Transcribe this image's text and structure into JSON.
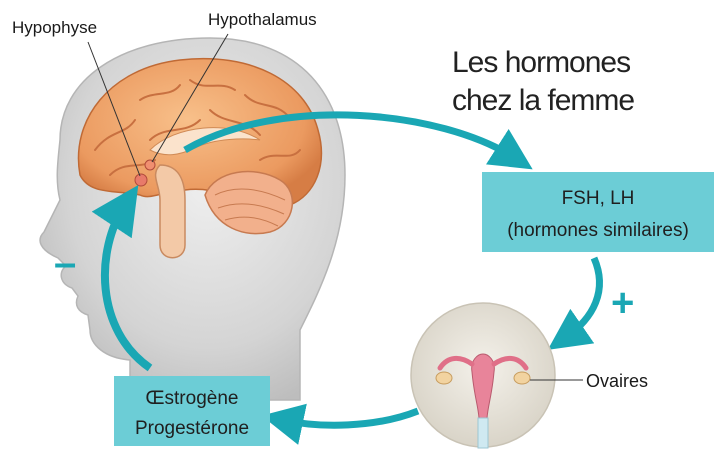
{
  "title": {
    "line1": "Les hormones",
    "line2": "chez la femme"
  },
  "labels": {
    "hypophyse": "Hypophyse",
    "hypothalamus": "Hypothalamus",
    "ovaires": "Ovaires"
  },
  "boxes": {
    "fsh_lh": {
      "line1": "FSH, LH",
      "line2": "(hormones similaires)"
    },
    "ovarian_hormones": {
      "line1": "Œstrogène",
      "line2": "Progestérone"
    }
  },
  "signs": {
    "positive": "+",
    "negative": "–"
  },
  "colors": {
    "accent": "#1aa7b4",
    "box_fill": "#6ccdd6",
    "skin": "#dcdcdc",
    "brain": "#f0a06a",
    "uterus": "#e8849a"
  },
  "icons": {
    "head": "head-profile-illustration",
    "brain": "brain-illustration",
    "ovary": "uterus-ovaries-icon"
  }
}
